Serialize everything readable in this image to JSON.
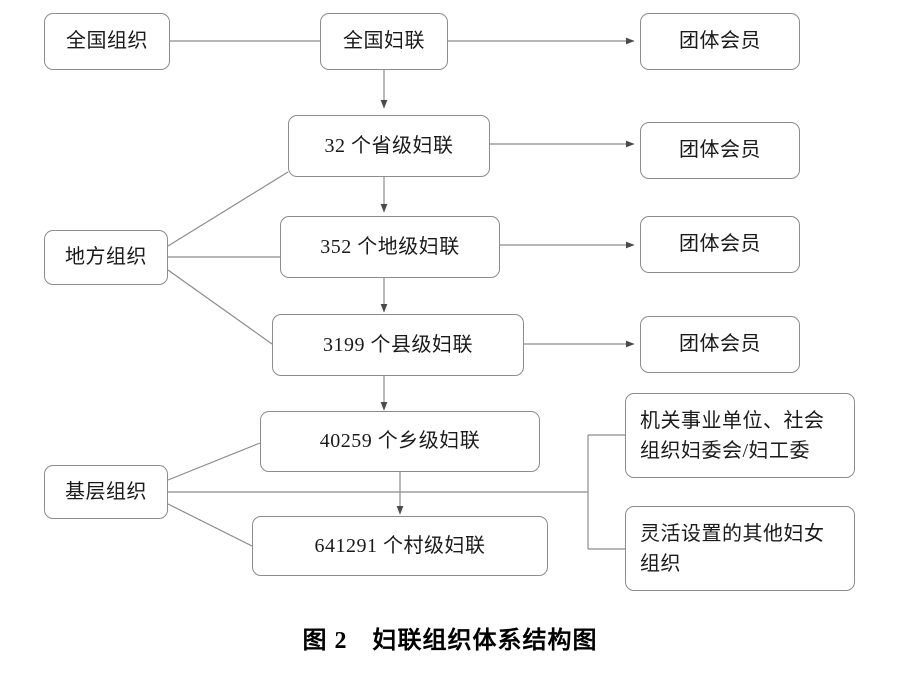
{
  "figure": {
    "caption": "图 2　妇联组织体系结构图"
  },
  "categories": {
    "national": "全国组织",
    "local": "地方组织",
    "grassroots": "基层组织"
  },
  "nodes": {
    "national_federation": "全国妇联",
    "provincial": "32 个省级妇联",
    "prefecture": "352 个地级妇联",
    "county": "3199 个县级妇联",
    "township": "40259 个乡级妇联",
    "village": "641291 个村级妇联",
    "group_member_1": "团体会员",
    "group_member_2": "团体会员",
    "group_member_3": "团体会员",
    "group_member_4": "团体会员",
    "work_units": "机关事业单位、社会组织妇委会/妇工委",
    "other_orgs": "灵活设置的其他妇女组织"
  },
  "chart_data": {
    "type": "diagram",
    "title": "图 2　妇联组织体系结构图",
    "levels": [
      {
        "category": "全国组织",
        "units": [
          {
            "label": "全国妇联",
            "count": 1,
            "affiliates": [
              "团体会员"
            ]
          }
        ]
      },
      {
        "category": "地方组织",
        "units": [
          {
            "label": "32 个省级妇联",
            "count": 32,
            "affiliates": [
              "团体会员"
            ]
          },
          {
            "label": "352 个地级妇联",
            "count": 352,
            "affiliates": [
              "团体会员"
            ]
          },
          {
            "label": "3199 个县级妇联",
            "count": 3199,
            "affiliates": [
              "团体会员"
            ]
          }
        ]
      },
      {
        "category": "基层组织",
        "units": [
          {
            "label": "40259 个乡级妇联",
            "count": 40259,
            "affiliates": []
          },
          {
            "label": "641291 个村级妇联",
            "count": 641291,
            "affiliates": []
          }
        ],
        "side_units": [
          "机关事业单位、社会组织妇委会/妇工委",
          "灵活设置的其他妇女组织"
        ]
      }
    ],
    "colors": {
      "border": "#8c8c8c",
      "background": "#ffffff",
      "text": "#1a1a1a"
    }
  }
}
